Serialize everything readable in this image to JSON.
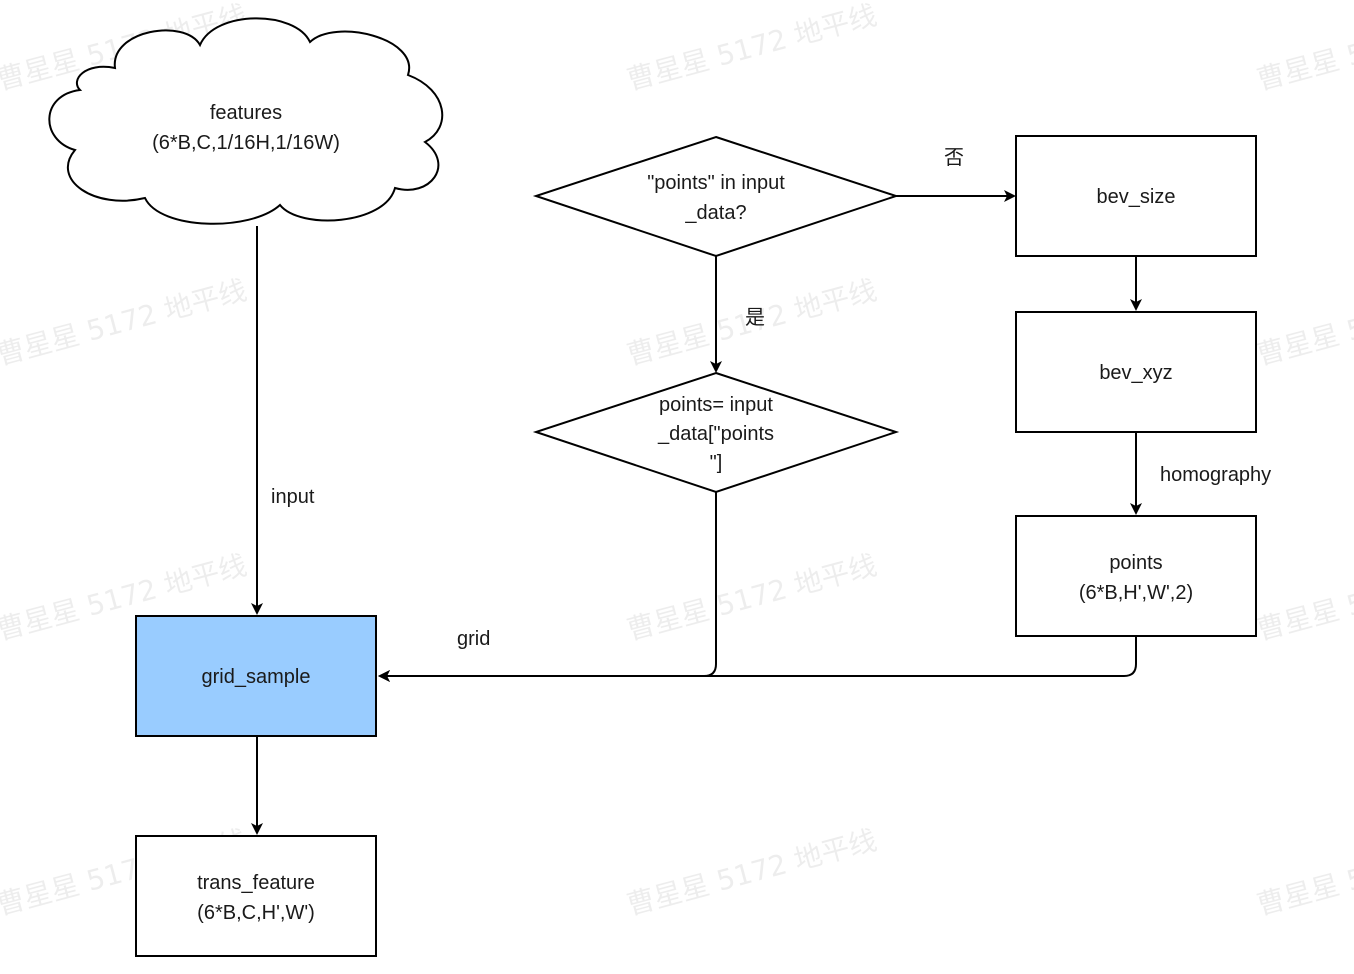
{
  "watermark": "曹星星 5172 地平线",
  "colors": {
    "highlight": "#99ccff",
    "stroke": "#1a1a1a",
    "background": "#ffffff"
  },
  "nodes": {
    "features": {
      "line1": "features",
      "line2": "(6*B,C,1/16H,1/16W)"
    },
    "points_in_input": {
      "line1": "\"points\" in input",
      "line2": "_data?"
    },
    "points_assign": {
      "line1": "points= input",
      "line2": "_data[\"points",
      "line3": "\"]"
    },
    "bev_size": {
      "label": "bev_size"
    },
    "bev_xyz": {
      "label": "bev_xyz"
    },
    "points_shape": {
      "line1": "points",
      "line2": "(6*B,H',W',2)"
    },
    "grid_sample": {
      "label": "grid_sample"
    },
    "trans_feature": {
      "line1": "trans_feature",
      "line2": "(6*B,C,H',W')"
    }
  },
  "edges": {
    "no_label": "否",
    "yes_label": "是",
    "input_label": "input",
    "homography_label": "homography",
    "grid_label": "grid"
  }
}
